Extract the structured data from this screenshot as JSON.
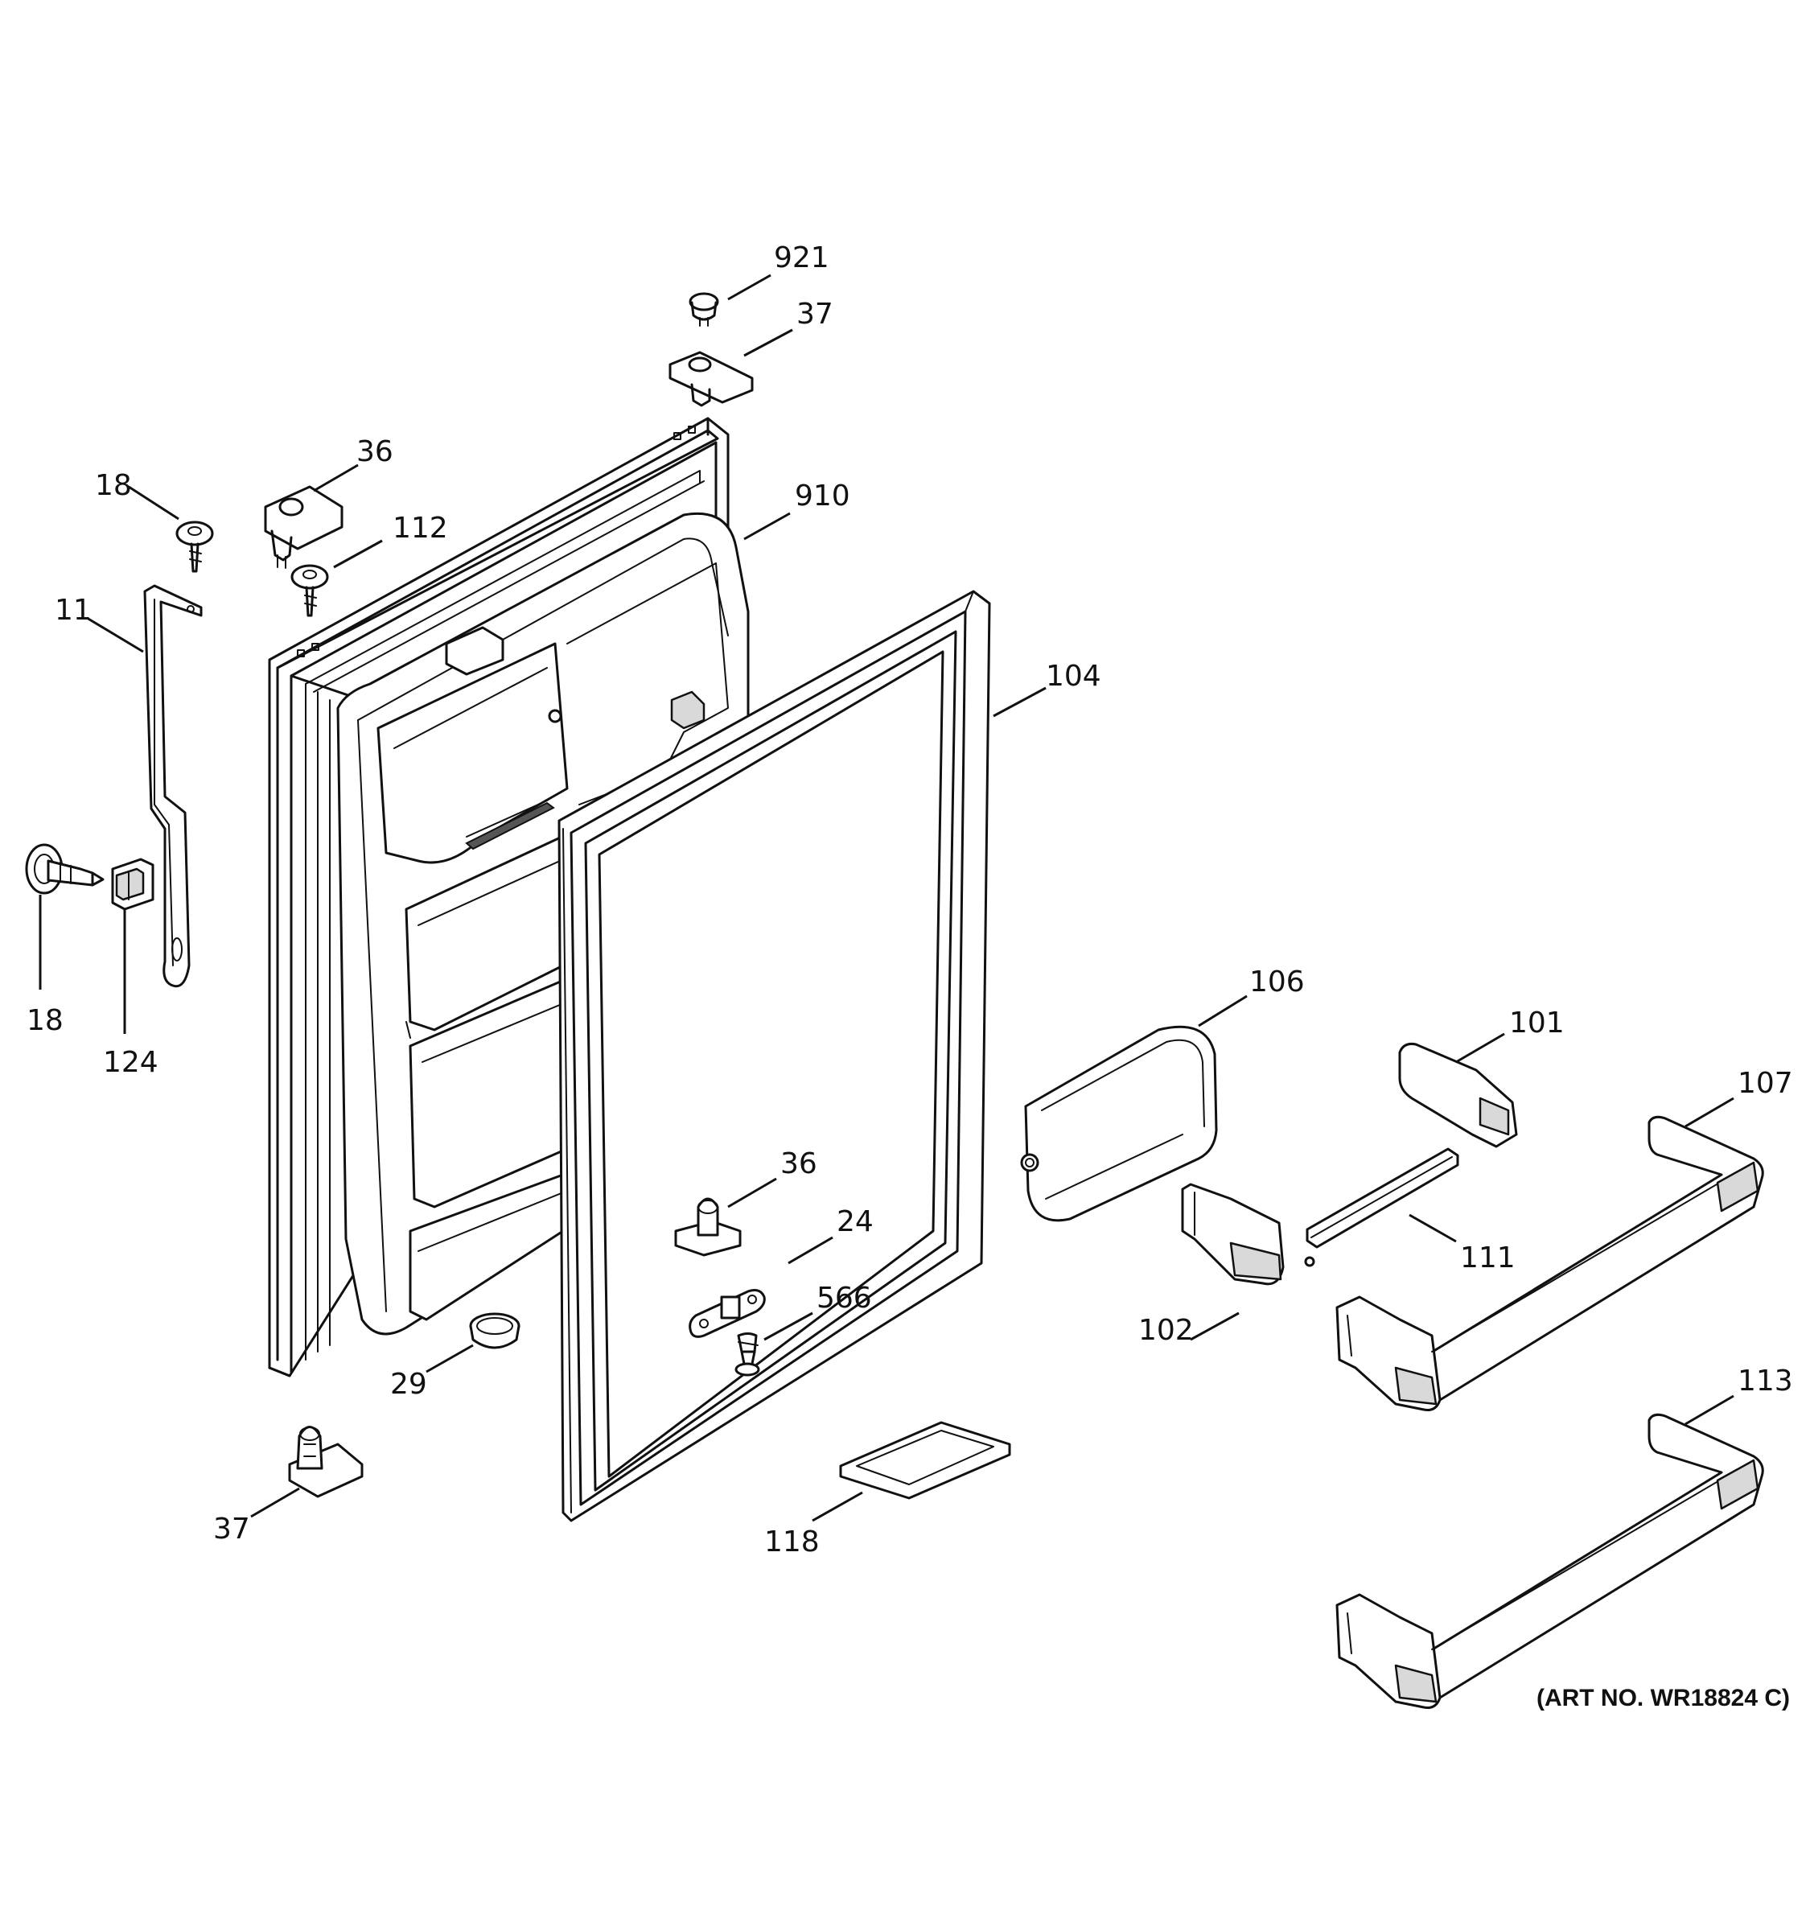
{
  "art_number": "(ART NO. WR18824 C)",
  "labels": {
    "p921": "921",
    "p37_top": "37",
    "p36_top": "36",
    "p18_top": "18",
    "p112": "112",
    "p910": "910",
    "p11": "11",
    "p104": "104",
    "p18_bottom": "18",
    "p124": "124",
    "p106": "106",
    "p101": "101",
    "p107": "107",
    "p36_mid": "36",
    "p24": "24",
    "p566": "566",
    "p111": "111",
    "p102": "102",
    "p29": "29",
    "p113": "113",
    "p37_bottom": "37",
    "p118": "118"
  }
}
